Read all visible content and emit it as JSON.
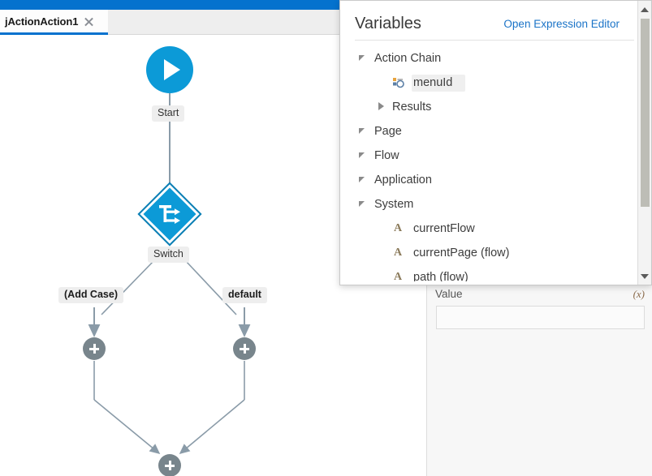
{
  "window": {
    "accent_color": "#0572ce",
    "canvas_bg": "#ffffff"
  },
  "tab_bar": {
    "tabs": [
      {
        "label": "jActionAction1",
        "close_icon": "close-icon",
        "active": true
      }
    ]
  },
  "diagram": {
    "nodes": [
      {
        "id": "start",
        "type": "start",
        "label": "Start",
        "icon": "play-icon",
        "color": "#0c9ad7"
      },
      {
        "id": "switch",
        "type": "switch",
        "label": "Switch",
        "icon": "switch-icon",
        "color": "#0c9ad7"
      },
      {
        "id": "case1",
        "type": "branch-label",
        "label": "(Add Case)"
      },
      {
        "id": "case2",
        "type": "branch-label",
        "label": "default"
      },
      {
        "id": "add1",
        "type": "add",
        "label": "",
        "icon": "plus-icon",
        "color": "#78858c"
      },
      {
        "id": "add2",
        "type": "add",
        "label": "",
        "icon": "plus-icon",
        "color": "#78858c"
      },
      {
        "id": "add3",
        "type": "add",
        "label": "",
        "icon": "plus-icon",
        "color": "#78858c"
      }
    ],
    "connector_color": "#8a9ba8"
  },
  "properties_panel": {
    "value_label": "Value",
    "value_fx_icon": "(x)",
    "value_input": "",
    "value_placeholder": ""
  },
  "variables_popup": {
    "title": "Variables",
    "link_label": "Open Expression Editor",
    "link_color": "#1a73c7",
    "tree": [
      {
        "label": "Action Chain",
        "level": 0,
        "twisty": "open",
        "icon": null,
        "selected": false
      },
      {
        "label": "menuId",
        "level": 2,
        "twisty": null,
        "icon": "any-type-icon",
        "selected": true
      },
      {
        "label": "Results",
        "level": 1,
        "twisty": "closed",
        "icon": null,
        "selected": false
      },
      {
        "label": "Page",
        "level": 0,
        "twisty": "open",
        "icon": null,
        "selected": false
      },
      {
        "label": "Flow",
        "level": 0,
        "twisty": "open",
        "icon": null,
        "selected": false
      },
      {
        "label": "Application",
        "level": 0,
        "twisty": "open",
        "icon": null,
        "selected": false
      },
      {
        "label": "System",
        "level": 0,
        "twisty": "open",
        "icon": null,
        "selected": false
      },
      {
        "label": "currentFlow",
        "level": 2,
        "twisty": null,
        "icon": "string-type-icon",
        "selected": false
      },
      {
        "label": "currentPage (flow)",
        "level": 2,
        "twisty": null,
        "icon": "string-type-icon",
        "selected": false
      },
      {
        "label": "path (flow)",
        "level": 2,
        "twisty": null,
        "icon": "string-type-icon",
        "selected": false
      }
    ],
    "scrollbar": {
      "up_icon": "scroll-up-icon",
      "down_icon": "scroll-down-icon",
      "thumb": "scroll-thumb"
    }
  }
}
